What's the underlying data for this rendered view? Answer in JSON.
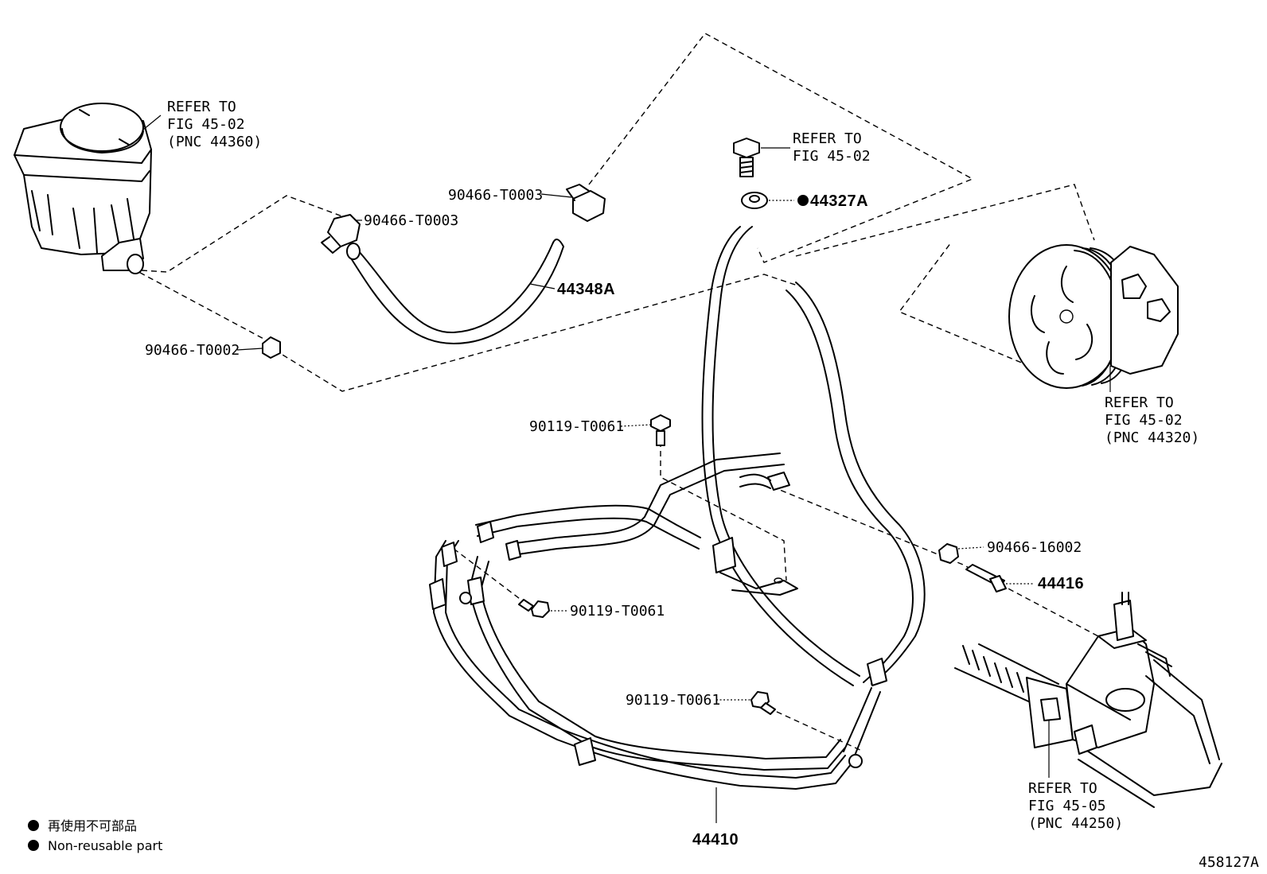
{
  "refs": {
    "reservoir": {
      "line1": "REFER TO",
      "line2": "FIG 45-02",
      "line3": "(PNC 44360)"
    },
    "bolt_top": {
      "line1": "REFER TO",
      "line2": "FIG 45-02"
    },
    "pump": {
      "line1": "REFER TO",
      "line2": "FIG 45-02",
      "line3": "(PNC 44320)"
    },
    "rack": {
      "line1": "REFER TO",
      "line2": "FIG 45-05",
      "line3": "(PNC 44250)"
    }
  },
  "parts": {
    "clamp_a": "90466-T0003",
    "clamp_b": "90466-T0003",
    "clamp_c": "90466-T0002",
    "gasket": "44327A",
    "hose": "44348A",
    "bolt_a": "90119-T0061",
    "bolt_b": "90119-T0061",
    "bolt_c": "90119-T0061",
    "clamp_d": "90466-16002",
    "union": "44416",
    "tube_assy": "44410"
  },
  "legend": {
    "non_reusable_jp": "再使用不可部品",
    "non_reusable_en": "Non-reusable part"
  },
  "figure_id": "458127A"
}
